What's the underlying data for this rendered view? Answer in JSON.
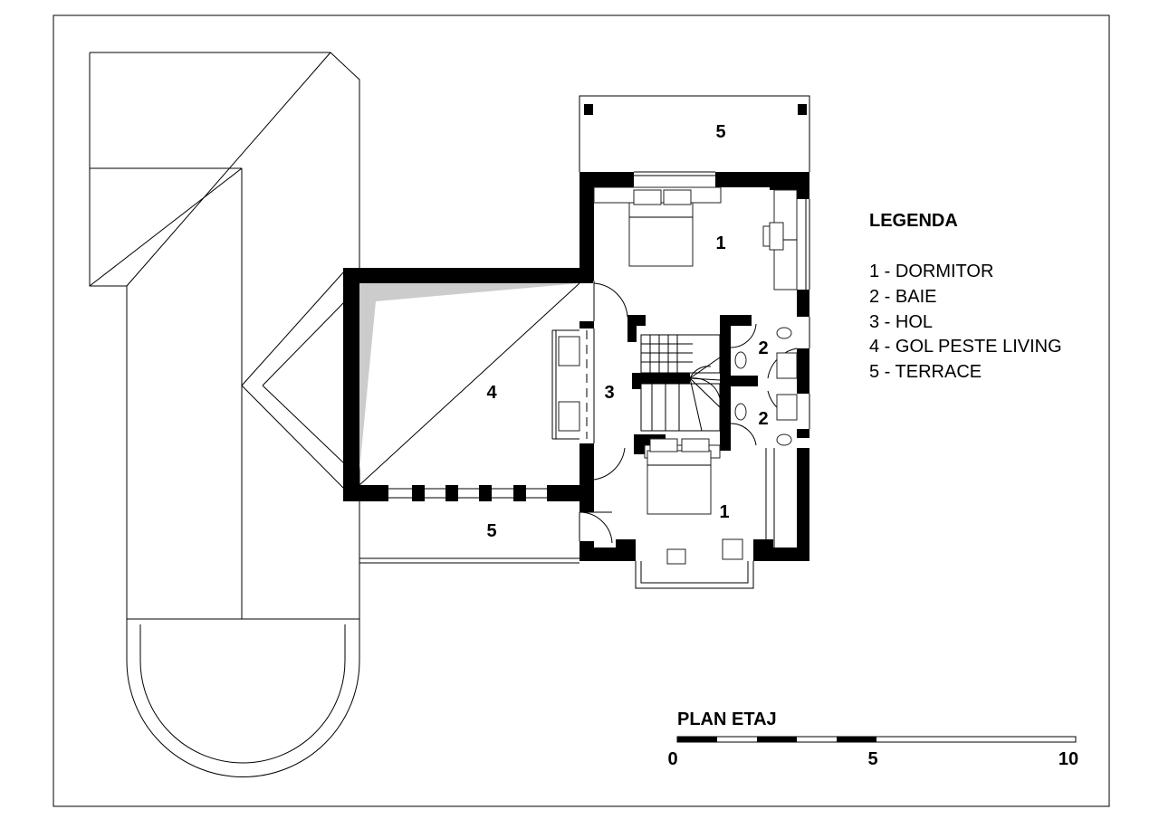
{
  "rooms": {
    "terrace_top": "5",
    "bedroom_top": "1",
    "bath_upper": "2",
    "bath_lower": "2",
    "hall": "3",
    "void": "4",
    "bedroom_bottom": "1",
    "terrace_bottom": "5"
  },
  "legend": {
    "title": "LEGENDA",
    "items": [
      "1 -  DORMITOR",
      "2 -  BAIE",
      "3 -  HOL",
      "4 -  GOL PESTE LIVING",
      "5 -  TERRACE"
    ]
  },
  "scale": {
    "title": "PLAN ETAJ",
    "ticks": [
      "0",
      "5",
      "10"
    ]
  },
  "colors": {
    "wall": "#000000",
    "void_shade": "#cccccc",
    "line": "#000000"
  }
}
